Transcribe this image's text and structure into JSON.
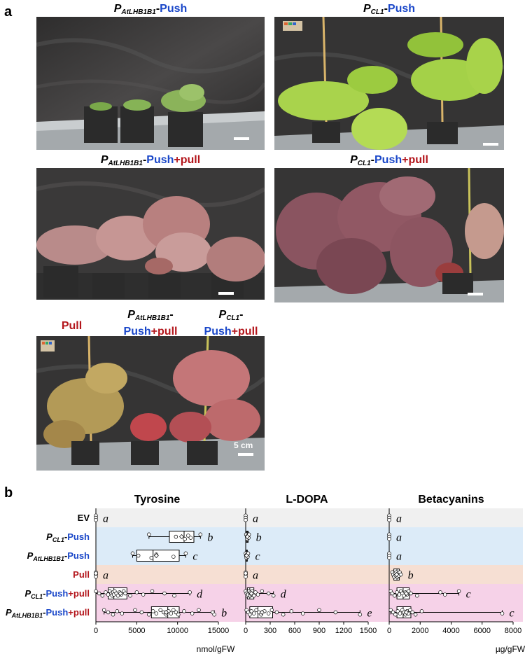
{
  "panel_a": {
    "letter": "a",
    "photos": [
      {
        "id": "p1",
        "title": {
          "prefix": "P",
          "sub": "AtLHB1B1",
          "dash": "-",
          "push": "Push",
          "plus": "",
          "pull": ""
        }
      },
      {
        "id": "p2",
        "title": {
          "prefix": "P",
          "sub": "CL1",
          "dash": "-",
          "push": "Push",
          "plus": "",
          "pull": ""
        }
      },
      {
        "id": "p3",
        "title": {
          "prefix": "P",
          "sub": "AtLHB1B1",
          "dash": "-",
          "push": "Push",
          "plus": "+",
          "pull": "pull"
        }
      },
      {
        "id": "p4",
        "title": {
          "prefix": "P",
          "sub": "CL1",
          "dash": "-",
          "push": "Push",
          "plus": "+",
          "pull": "pull"
        }
      }
    ],
    "bottom_labels": {
      "pull": "Pull",
      "lhb": {
        "prefix": "P",
        "sub": "AtLHB1B1",
        "dash": "-",
        "push": "Push",
        "plus": "+",
        "pull": "pull"
      },
      "cl1": {
        "prefix": "P",
        "sub": "CL1",
        "dash": "-",
        "push": "Push",
        "plus": "+",
        "pull": "pull"
      }
    },
    "scale_bar": "5 cm",
    "colors": {
      "blue": "#1a47c9",
      "red": "#b3151b",
      "tray": "#9aa0a3",
      "backdrop": "#3b3a3a"
    }
  },
  "panel_b": {
    "letter": "b",
    "row_labels": [
      {
        "prefix": "",
        "sub": "",
        "dash": "",
        "push": "",
        "plus": "",
        "pull": "",
        "plain": "EV"
      },
      {
        "prefix": "P",
        "sub": "CL1",
        "dash": "-",
        "push": "Push",
        "plus": "",
        "pull": "",
        "plain": ""
      },
      {
        "prefix": "P",
        "sub": "AtLHB1B1",
        "dash": "-",
        "push": "Push",
        "plus": "",
        "pull": "",
        "plain": ""
      },
      {
        "prefix": "",
        "sub": "",
        "dash": "",
        "push": "",
        "plus": "",
        "pull": "Pull",
        "plain": ""
      },
      {
        "prefix": "P",
        "sub": "CL1",
        "dash": "-",
        "push": "Push",
        "plus": "+",
        "pull": "pull",
        "plain": ""
      },
      {
        "prefix": "P",
        "sub": "AtLHB1B1",
        "dash": "-",
        "push": "Push",
        "plus": "+",
        "pull": "pull",
        "plain": ""
      }
    ],
    "row_colors": [
      "#f0f0f0",
      "#dcebf8",
      "#dcebf8",
      "#f6dfd3",
      "#f6d2e8",
      "#f6d2e8"
    ]
  },
  "chart_data": [
    {
      "type": "box",
      "title": "Tyrosine",
      "xlabel": "nmol/gFW",
      "xlim": [
        0,
        15000
      ],
      "ticks": [
        0,
        5000,
        10000,
        15000
      ],
      "rows": [
        {
          "min": 0,
          "q1": 0,
          "median": 0,
          "q3": 0,
          "max": 0,
          "mean": 0,
          "letter": "a",
          "points": [
            0,
            0,
            0
          ]
        },
        {
          "min": 6500,
          "q1": 9000,
          "median": 10800,
          "q3": 12000,
          "max": 12800,
          "mean": 10500,
          "letter": "b",
          "points": [
            6500,
            9800,
            10900,
            11300,
            11600,
            12800
          ]
        },
        {
          "min": 4500,
          "q1": 5000,
          "median": 7000,
          "q3": 10200,
          "max": 11000,
          "mean": 7400,
          "letter": "c",
          "points": [
            4500,
            5200,
            6800,
            7400,
            9500,
            11000
          ]
        },
        {
          "min": 0,
          "q1": 0,
          "median": 0,
          "q3": 0,
          "max": 0,
          "mean": 0,
          "letter": "a",
          "points": [
            0,
            0,
            0,
            0
          ]
        },
        {
          "min": 0,
          "q1": 1500,
          "median": 2200,
          "q3": 3800,
          "max": 11500,
          "mean": 3000,
          "letter": "d",
          "points": [
            0,
            400,
            800,
            1200,
            1500,
            1700,
            1900,
            2000,
            2100,
            2200,
            2300,
            2500,
            2700,
            2900,
            3100,
            3400,
            3600,
            4200,
            5000,
            5800,
            6900,
            8400,
            9600,
            11500
          ]
        },
        {
          "min": 1000,
          "q1": 6800,
          "median": 8800,
          "q3": 10200,
          "max": 14500,
          "mean": 8600,
          "letter": "b",
          "points": [
            1000,
            1500,
            2100,
            2600,
            3200,
            4800,
            5600,
            6500,
            7000,
            7400,
            7900,
            8300,
            8600,
            8900,
            9200,
            9500,
            9800,
            10100,
            10800,
            11800,
            12600,
            14300,
            14500
          ]
        }
      ]
    },
    {
      "type": "box",
      "title": "L-DOPA",
      "xlabel": "",
      "xlim": [
        0,
        1500
      ],
      "ticks": [
        0,
        300,
        600,
        900,
        1200,
        1500
      ],
      "rows": [
        {
          "min": 0,
          "q1": 0,
          "median": 0,
          "q3": 0,
          "max": 0,
          "mean": 0,
          "letter": "a",
          "points": [
            0,
            0,
            0
          ]
        },
        {
          "min": 0,
          "q1": 10,
          "median": 20,
          "q3": 30,
          "max": 40,
          "mean": 20,
          "letter": "b",
          "points": [
            5,
            15,
            20,
            25,
            35,
            40
          ]
        },
        {
          "min": 0,
          "q1": 5,
          "median": 10,
          "q3": 20,
          "max": 30,
          "mean": 10,
          "letter": "c",
          "points": [
            0,
            5,
            10,
            15,
            25,
            30
          ]
        },
        {
          "min": 0,
          "q1": 0,
          "median": 0,
          "q3": 0,
          "max": 0,
          "mean": 0,
          "letter": "a",
          "points": [
            0,
            0,
            0,
            0
          ]
        },
        {
          "min": 0,
          "q1": 20,
          "median": 50,
          "q3": 100,
          "max": 340,
          "mean": 70,
          "letter": "d",
          "points": [
            0,
            10,
            20,
            25,
            30,
            40,
            50,
            55,
            60,
            70,
            80,
            90,
            100,
            120,
            150,
            200,
            280,
            340
          ]
        },
        {
          "min": 0,
          "q1": 50,
          "median": 150,
          "q3": 330,
          "max": 1400,
          "mean": 200,
          "letter": "e",
          "points": [
            10,
            30,
            50,
            70,
            100,
            130,
            160,
            190,
            230,
            280,
            320,
            380,
            460,
            560,
            700,
            900,
            1100,
            1400
          ]
        }
      ]
    },
    {
      "type": "box",
      "title": "Betacyanins",
      "xlabel": "µg/gFW",
      "xlim": [
        0,
        8000
      ],
      "ticks": [
        0,
        2000,
        4000,
        6000,
        8000
      ],
      "rows": [
        {
          "min": 0,
          "q1": 0,
          "median": 0,
          "q3": 0,
          "max": 0,
          "mean": 0,
          "letter": "a",
          "points": [
            0,
            0,
            0
          ]
        },
        {
          "min": 0,
          "q1": 0,
          "median": 0,
          "q3": 0,
          "max": 0,
          "mean": 0,
          "letter": "a",
          "points": [
            0,
            0,
            0
          ]
        },
        {
          "min": 0,
          "q1": 0,
          "median": 0,
          "q3": 0,
          "max": 0,
          "mean": 0,
          "letter": "a",
          "points": [
            0,
            0,
            0
          ]
        },
        {
          "min": 200,
          "q1": 300,
          "median": 500,
          "q3": 650,
          "max": 750,
          "mean": 480,
          "letter": "b",
          "points": [
            200,
            260,
            320,
            380,
            420,
            460,
            500,
            540,
            580,
            620,
            680,
            750
          ]
        },
        {
          "min": 100,
          "q1": 500,
          "median": 900,
          "q3": 1300,
          "max": 4500,
          "mean": 1100,
          "letter": "c",
          "points": [
            100,
            200,
            350,
            500,
            650,
            750,
            850,
            950,
            1050,
            1150,
            1250,
            1400,
            1800,
            3300,
            3600,
            4500
          ]
        },
        {
          "min": 100,
          "q1": 500,
          "median": 900,
          "q3": 1400,
          "max": 7300,
          "mean": 1100,
          "letter": "c",
          "points": [
            100,
            250,
            400,
            550,
            700,
            850,
            950,
            1050,
            1150,
            1250,
            1350,
            1500,
            1700,
            2100,
            7300
          ]
        }
      ]
    }
  ]
}
